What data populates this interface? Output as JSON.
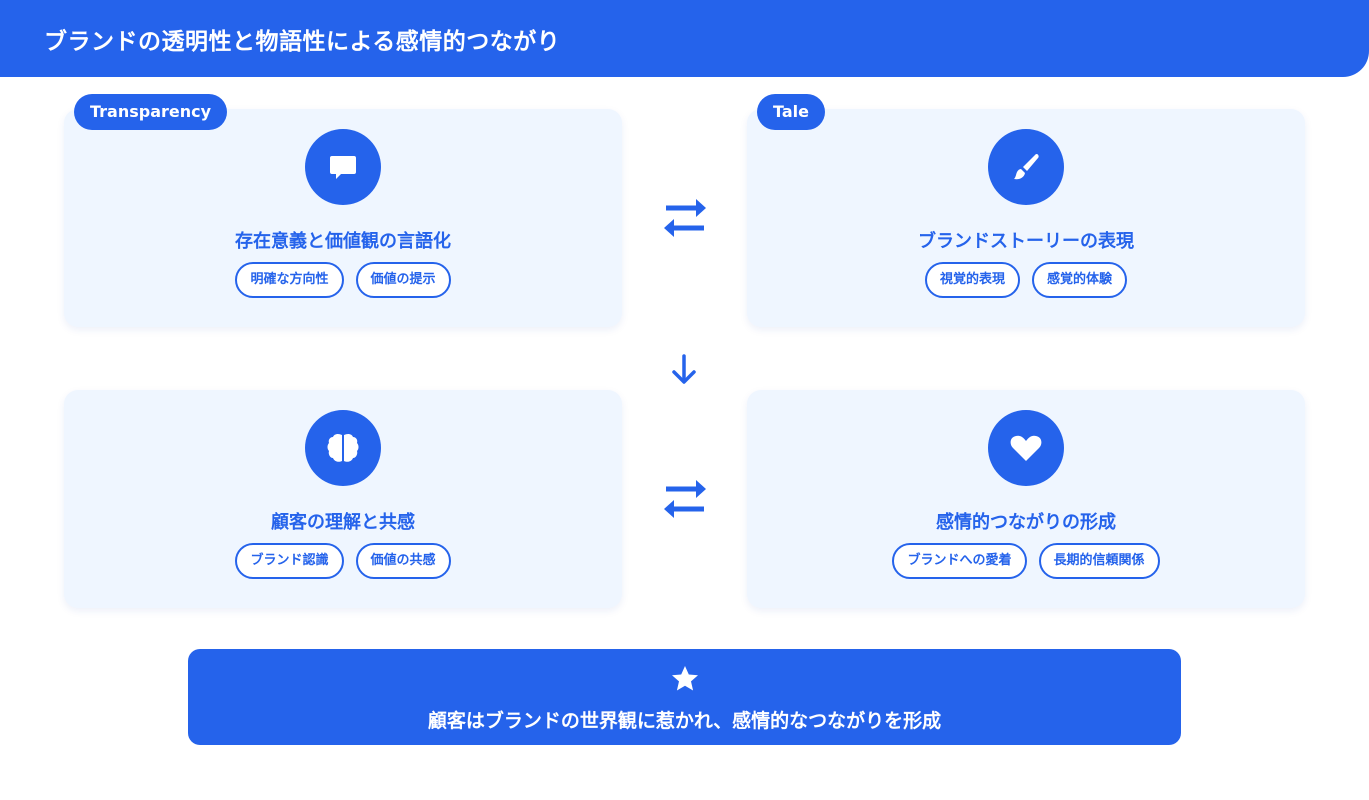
{
  "header": {
    "title": "ブランドの透明性と物語性による感情的つながり"
  },
  "cards": [
    {
      "tag": "Transparency",
      "icon": "speech-bubble-icon",
      "title": "存在意義と価値観の言語化",
      "pills": [
        "明確な方向性",
        "価値の提示"
      ]
    },
    {
      "tag": "Tale",
      "icon": "paintbrush-icon",
      "title": "ブランドストーリーの表現",
      "pills": [
        "視覚的表現",
        "感覚的体験"
      ]
    },
    {
      "icon": "brain-icon",
      "title": "顧客の理解と共感",
      "pills": [
        "ブランド認識",
        "価値の共感"
      ]
    },
    {
      "icon": "heart-icon",
      "title": "感情的つながりの形成",
      "pills": [
        "ブランドへの愛着",
        "長期的信頼関係"
      ]
    }
  ],
  "footer": {
    "icon": "star-icon",
    "text": "顧客はブランドの世界観に惹かれ、感情的なつながりを形成"
  },
  "colors": {
    "accent": "#2563eb",
    "card_bg": "#eff6ff",
    "text_on_accent": "#ffffff"
  }
}
